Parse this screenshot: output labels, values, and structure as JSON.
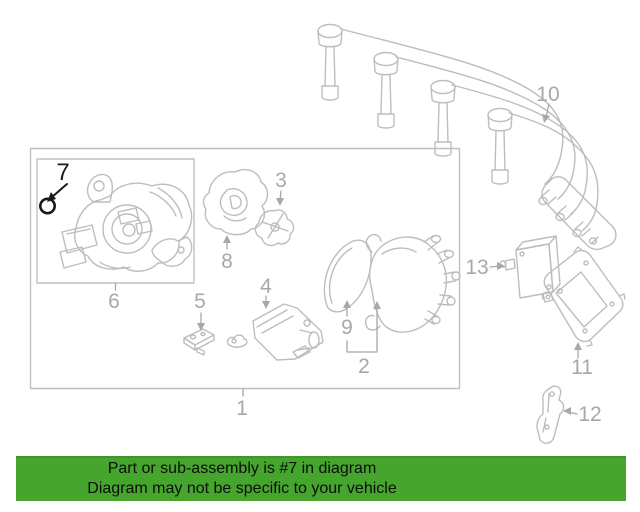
{
  "banner": {
    "line1": "Part or sub-assembly is #7 in diagram",
    "line2": "Diagram may not be specific to your vehicle",
    "background_color": "#45a52d",
    "text_color": "#0d0d0d"
  },
  "diagram": {
    "highlighted_part_number": "7",
    "line_color": "#bdbdbd",
    "label_color": "#a8a8a8",
    "highlight_color": "#1a1a1a",
    "labels": {
      "p1": {
        "text": "1"
      },
      "p2": {
        "text": "2"
      },
      "p3": {
        "text": "3"
      },
      "p4": {
        "text": "4"
      },
      "p5": {
        "text": "5"
      },
      "p6": {
        "text": "6"
      },
      "p7": {
        "text": "7"
      },
      "p8": {
        "text": "8"
      },
      "p9": {
        "text": "9"
      },
      "p10": {
        "text": "10"
      },
      "p11": {
        "text": "11"
      },
      "p12": {
        "text": "12"
      },
      "p13": {
        "text": "13"
      }
    }
  }
}
